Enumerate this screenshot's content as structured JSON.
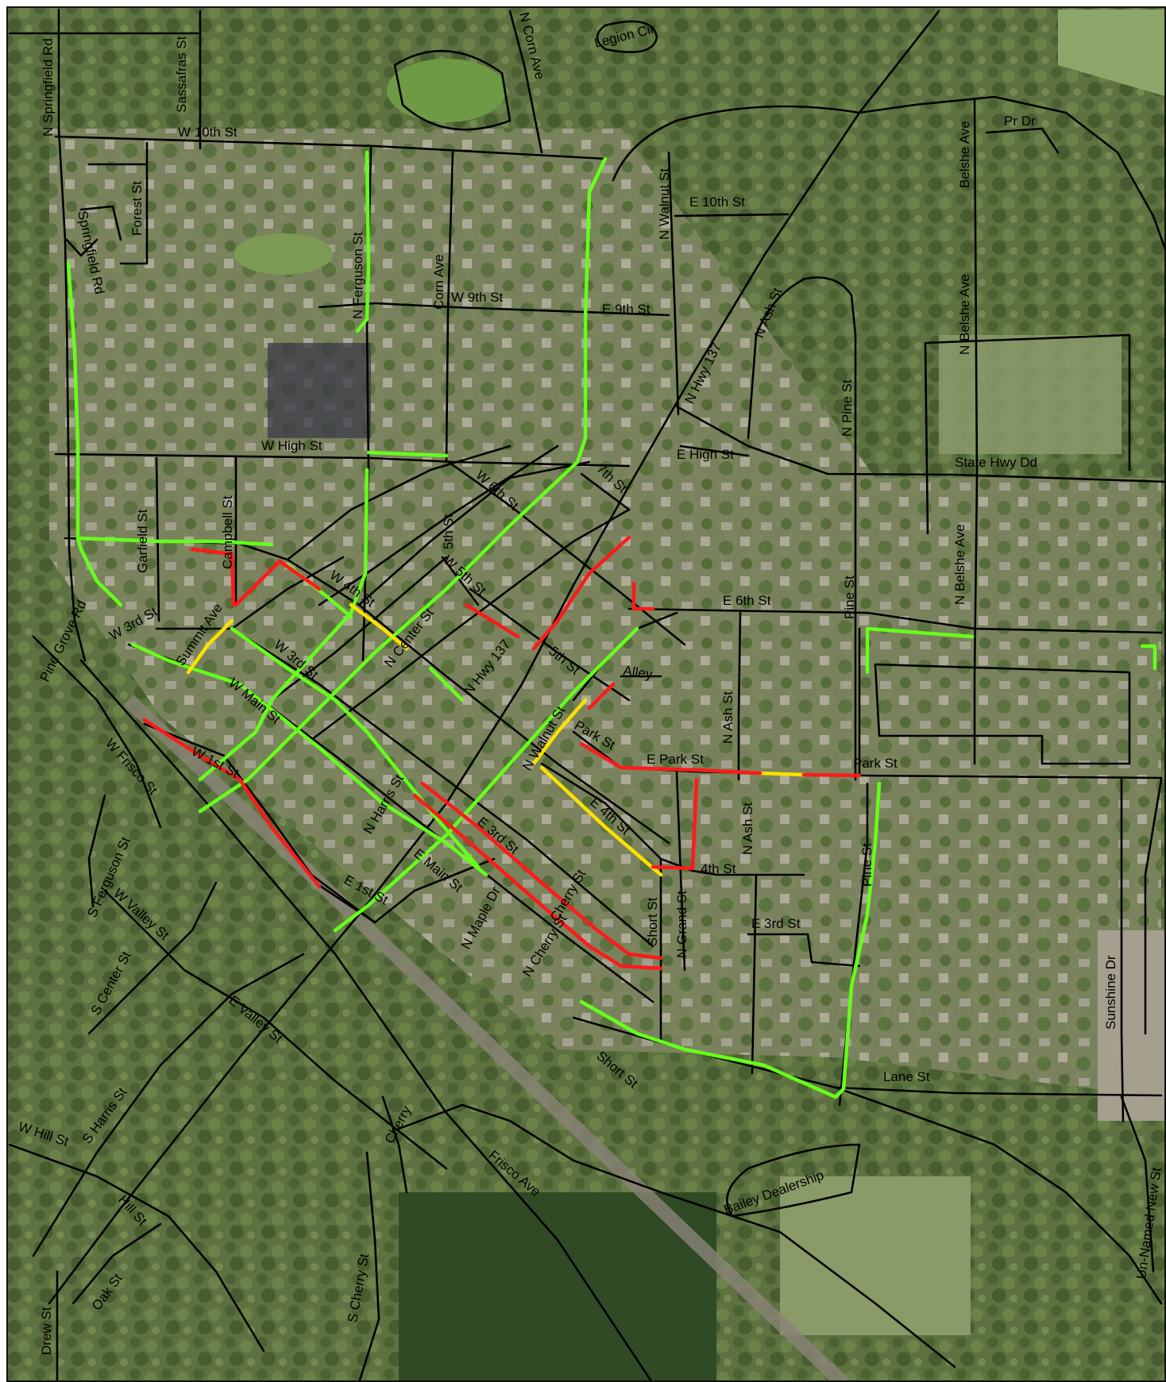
{
  "colors": {
    "good": "#66ff1a",
    "fair": "#ffe100",
    "poor": "#ff1a1a",
    "road": "#000000",
    "imagery_base": "#6f7d4e",
    "forest": "#3f5a2c",
    "field": "#8fa06a",
    "urban": "#9c9a8e"
  },
  "labels": {
    "n_springfield_rd": "N Springfield Rd",
    "sassafras_st": "Sassafras St",
    "w_10th_st": "W 10th St",
    "n_corn_ave": "N Corn Ave",
    "legion_cir": "Legion Cir",
    "forest_st": "Forest St",
    "springfield_rd": "Springfield Rd",
    "n_ferguson_st": "N Ferguson St",
    "corn_ave": "Corn Ave",
    "w_9th_st": "W 9th St",
    "e_9th_st": "E 9th St",
    "n_walnut_st_north": "N Walnut St",
    "e_10th_st": "E 10th St",
    "pr_dr": "Pr Dr",
    "belshe_ave": "Belshe Ave",
    "n_belshe_ave_1": "N Belshe Ave",
    "n_belshe_ave_2": "N Belshe Ave",
    "n_ash_st_north": "N Ash St",
    "n_hwy_137_north": "N Hwy 137",
    "n_pine_st": "N Pine St",
    "w_high_st": "W High St",
    "e_high_st": "E High St",
    "state_hwy_dd": "State Hwy Dd",
    "garfield_st": "Garfield St",
    "campbell_st": "Campbell St",
    "w_6th_st": "W 6th St",
    "7th_st": "7th St",
    "5th_st_north": "5th St",
    "w_5th_st": "W 5th St",
    "w_4th_st": "W 4th St",
    "n_center_st": "N Center St",
    "n_hwy_137": "N Hwy 137",
    "e_6th_st": "E 6th St",
    "pine_st_north": "Pine St",
    "w_3rd_st_west": "W 3rd St",
    "summit_ave": "Summit Ave",
    "pine_grove_rd": "Pine Grove Rd",
    "w_3rd_st": "W 3rd St",
    "5th_st": "5th St",
    "alley": "Alley",
    "n_ash_st_mid": "N Ash St",
    "w_main_st": "W Main St",
    "n_walnut_st": "N Walnut St",
    "park_st_west": "Park St",
    "e_park_st": "E Park St",
    "park_st_east": "Park St",
    "w_1st_st": "W 1st St",
    "n_harris_st": "N Harris St",
    "e_3rd_st": "E 3rd St",
    "e_4th_st": "E 4th St",
    "n_ash_st_south": "N Ash St",
    "pine_st_south": "Pine St",
    "w_frisco_st": "W Frisco St",
    "s_ferguson_st": "S Ferguson St",
    "w_valley_st": "W Valley St",
    "e_main_st": "E Main St",
    "e_1st_st": "E 1st St",
    "n_maple_dr": "N Maple Dr",
    "cherry_st": "Cherry St",
    "n_cherry_st": "N Cherry St",
    "short_st": "Short St",
    "n_grand_st": "N Grand St",
    "4th_st": "4th St",
    "e_3rd_st_east": "E 3rd St",
    "s_center_st": "S Center St",
    "e_valley_st": "E Valley St",
    "sunshine_dr": "Sunshine Dr",
    "short_st_south": "Short St",
    "lane_st": "Lane St",
    "s_harris_st": "S Harris St",
    "w_hill_st": "W Hill St",
    "cherry": "Cherry",
    "frisco_ave": "Frisco Ave",
    "bailey_dealership": "Bailey Dealership",
    "hill_st": "Hill St",
    "s_cherry_st": "S Cherry St",
    "oak_st": "Oak St",
    "drew_st": "Drew St",
    "un_named_new_st": "Un-Named New St"
  }
}
